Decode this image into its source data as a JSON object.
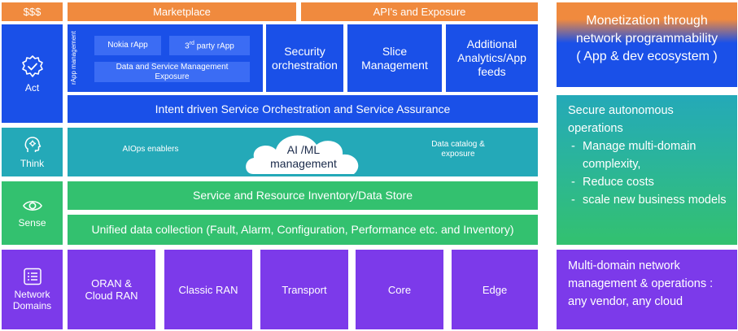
{
  "top_row": {
    "money": "$$$",
    "marketplace": "Marketplace",
    "apis": "API's and Exposure"
  },
  "layers": {
    "act": "Act",
    "think": "Think",
    "sense": "Sense",
    "network_domains": "Network Domains"
  },
  "act": {
    "rapp_management_label": "rApp management",
    "nokia_rapp": "Nokia rApp",
    "third_party_sup": "rd",
    "third_party_rest": " party rApp",
    "third_party_num": "3",
    "data_service_exposure": "Data and Service Management Exposure",
    "security_orchestration": "Security orchestration",
    "slice_management": "Slice Management",
    "analytics_feeds": "Additional Analytics/App feeds",
    "intent_orchestration": "Intent driven Service Orchestration and Service Assurance"
  },
  "think": {
    "aiops": "AIOps enablers",
    "aiml_line1": "AI /ML",
    "aiml_line2": "management",
    "data_catalog": "Data catalog & exposure"
  },
  "sense": {
    "inventory": "Service and Resource Inventory/Data Store",
    "collection": "Unified data collection (Fault, Alarm, Configuration, Performance etc. and Inventory)"
  },
  "domains": [
    "ORAN & Cloud RAN",
    "Classic RAN",
    "Transport",
    "Core",
    "Edge"
  ],
  "right": {
    "monetization_line1": "Monetization through",
    "monetization_line2": "network programmability",
    "monetization_line3": "( App & dev ecosystem )",
    "secure_title": "Secure autonomous operations",
    "secure_points": [
      "Manage multi-domain complexity,",
      "Reduce costs",
      "scale new business models"
    ],
    "multidomain": "Multi-domain network management & operations : any vendor, any cloud"
  },
  "colors": {
    "orange": "#f08a3e",
    "blue": "#1a50e8",
    "teal": "#24a9b8",
    "green": "#33c16f",
    "purple": "#7c3aea"
  },
  "icons": {
    "act": "badge-check-icon",
    "think": "head-gear-icon",
    "sense": "eye-icon",
    "network_domains": "list-icon",
    "cloud": "cloud-icon"
  }
}
